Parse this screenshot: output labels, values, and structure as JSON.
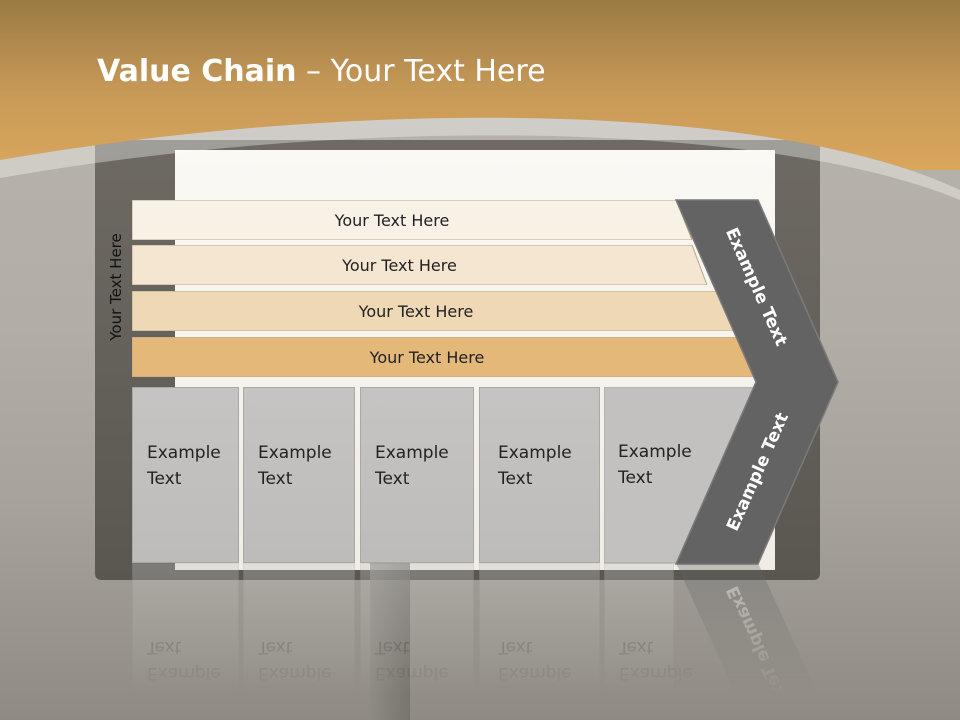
{
  "title": {
    "bold": "Value Chain",
    "rest": " – Your Text Here"
  },
  "side_label": "Your Text Here",
  "bands": [
    {
      "label": "Your Text Here",
      "fill": "#f8f1e6"
    },
    {
      "label": "Your Text Here",
      "fill": "#f4e6d0"
    },
    {
      "label": "Your Text Here",
      "fill": "#eed8b6"
    },
    {
      "label": "Your Text Here",
      "fill": "#e3b879"
    }
  ],
  "boxes": [
    {
      "line1": "Example",
      "line2": "Text"
    },
    {
      "line1": "Example",
      "line2": "Text"
    },
    {
      "line1": "Example",
      "line2": "Text"
    },
    {
      "line1": "Example",
      "line2": "Text"
    },
    {
      "line1": "Example",
      "line2": "Text"
    }
  ],
  "chevron": {
    "upper_label": "Example Text",
    "lower_label": "Example Text",
    "fill": "#636363"
  },
  "colors": {
    "header": "#c89a58",
    "box": "#c5c4c2"
  }
}
